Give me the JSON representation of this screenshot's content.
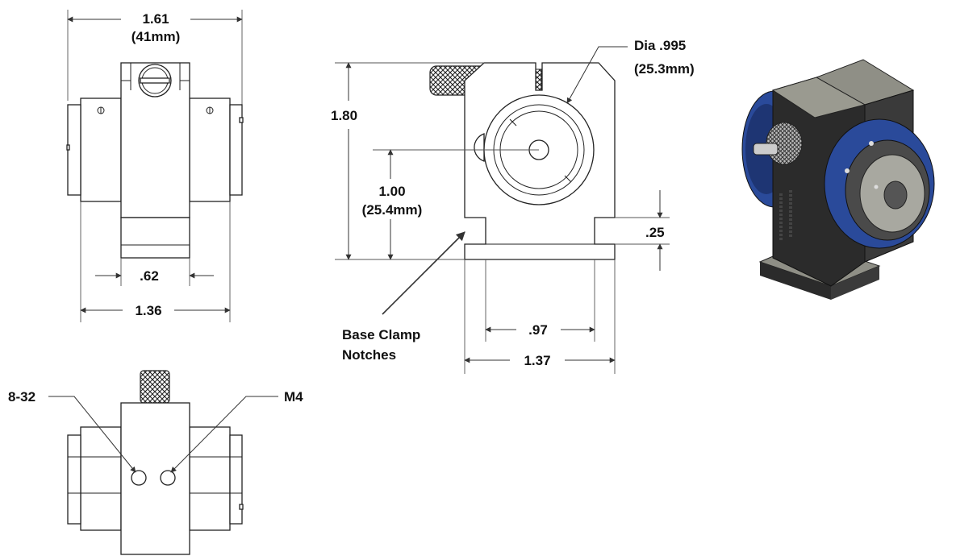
{
  "labels": {
    "width_top": "1.61",
    "width_top_mm": "(41mm)",
    "center_width": ".62",
    "overall_width_top": "1.36",
    "height_overall": "1.80",
    "height_center": "1.00",
    "height_center_mm": "(25.4mm)",
    "notch_height": ".25",
    "dia": "Dia .995",
    "dia_mm": "(25.3mm)",
    "notch_span": ".97",
    "base_width": "1.37",
    "base_clamp_line1": "Base Clamp",
    "base_clamp_line2": "Notches",
    "thread_left": "8-32",
    "thread_right": "M4"
  },
  "colors": {
    "line": "#333333",
    "body_blue": "#2a4a9a",
    "body_dark": "#2b2b2b",
    "body_gray": "#8f8f86"
  }
}
